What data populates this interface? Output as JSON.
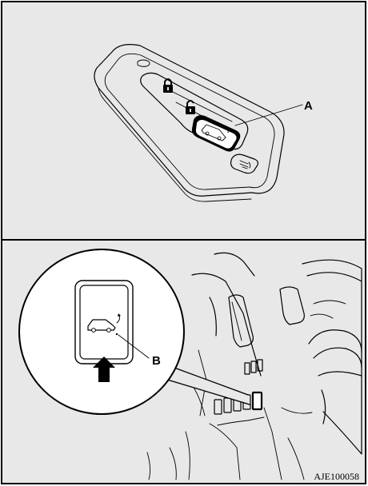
{
  "background_color": "#e8e8e8",
  "line_color": "#000000",
  "callouts": {
    "a": "A",
    "b": "B"
  },
  "figure_code": "AJE100058"
}
